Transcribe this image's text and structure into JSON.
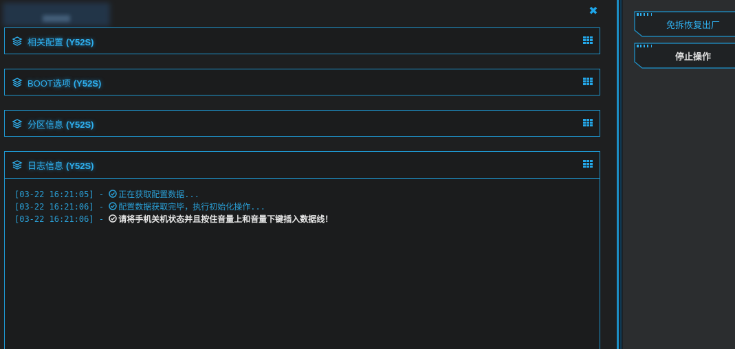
{
  "close_glyph": "✖",
  "panels": [
    {
      "title": "相关配置",
      "model": "(Y52S)"
    },
    {
      "title": "BOOT选项",
      "model": "(Y52S)"
    },
    {
      "title": "分区信息",
      "model": "(Y52S)"
    },
    {
      "title": "日志信息",
      "model": "(Y52S)"
    }
  ],
  "log": [
    {
      "time": "[03-22 16:21:05]",
      "sep": "-",
      "message": "正在获取配置数据..."
    },
    {
      "time": "[03-22 16:21:06]",
      "sep": "-",
      "message": "配置数据获取完毕，执行初始化操作..."
    },
    {
      "time": "[03-22 16:21:06]",
      "sep": "-",
      "message": "请将手机关机状态并且按住音量上和音量下键插入数据线！"
    }
  ],
  "sidebar": {
    "buttons": [
      {
        "label": "免拆恢复出厂"
      },
      {
        "label": "停止操作"
      }
    ]
  },
  "colors": {
    "accent": "#1e97d0",
    "title": "#2fb0ef",
    "background": "#1e1f20",
    "sidebar": "#2b2d2f"
  },
  "icons": {
    "panel": "layers-icon",
    "panel_action": "grid-icon",
    "log_status": "check-circle-icon",
    "close": "close-icon"
  }
}
